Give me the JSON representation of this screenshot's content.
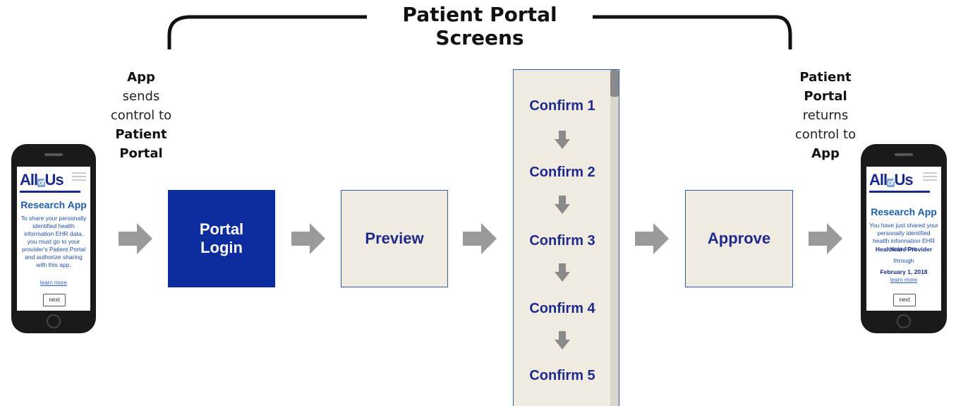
{
  "header": {
    "title": "Patient Portal Screens"
  },
  "left_note": {
    "line1": "App",
    "line2": "sends",
    "line3": "control to",
    "line4": "Patient",
    "line5": "Portal"
  },
  "right_note": {
    "line1": "Patient",
    "line2": "Portal",
    "line3": "returns",
    "line4": "control to",
    "line5": "App"
  },
  "steps": {
    "login": {
      "line1": "Portal",
      "line2": "Login"
    },
    "preview": "Preview",
    "confirms": [
      "Confirm 1",
      "Confirm 2",
      "Confirm 3",
      "Confirm 4",
      "Confirm 5"
    ],
    "approve": "Approve"
  },
  "phone_left": {
    "logo_main": "All",
    "logo_of": "of",
    "logo_us": "Us",
    "title": "Research App",
    "body": "To share your personally identified health information EHR data, you must go to your provider's Patient Portal and authorize sharing with this app.",
    "link": "learn more",
    "button": "next"
  },
  "phone_right": {
    "logo_main": "All",
    "logo_of": "of",
    "logo_us": "Us",
    "title": "Research App",
    "body": "You have just shared your personally identified health information EHR data from",
    "provider": "Healthcare Provider",
    "through": "through",
    "date": "February 1, 2018",
    "link": "learn more",
    "button": "next"
  },
  "colors": {
    "accent_blue": "#0d2c9e",
    "box_fill": "#efebe0",
    "arrow_gray": "#9a9a9a"
  }
}
